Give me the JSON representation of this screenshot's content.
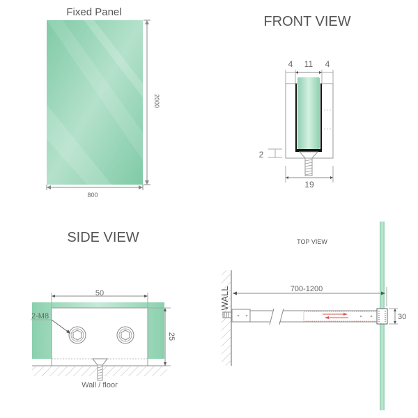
{
  "fixed_panel": {
    "title": "Fixed Panel",
    "height_dim": "2000",
    "width_dim": "800"
  },
  "front_view": {
    "title": "FRONT VIEW",
    "dim_left": "4",
    "dim_middle": "11",
    "dim_right": "4",
    "dim_base": "2",
    "dim_width": "19"
  },
  "side_view": {
    "title": "SIDE VIEW",
    "dim_width": "50",
    "dim_height": "25",
    "bolt_label": "2-M8",
    "base_label": "Wall / floor"
  },
  "top_view": {
    "title": "TOP VIEW",
    "wall_label": "WALL",
    "dim_length": "700-1200",
    "dim_height": "30"
  },
  "colors": {
    "glass": "#7fcaa6",
    "glass_light": "#c8ebd9",
    "line": "#888888",
    "text": "#555555",
    "arrow": "#d9534f",
    "seal": "#111111"
  }
}
